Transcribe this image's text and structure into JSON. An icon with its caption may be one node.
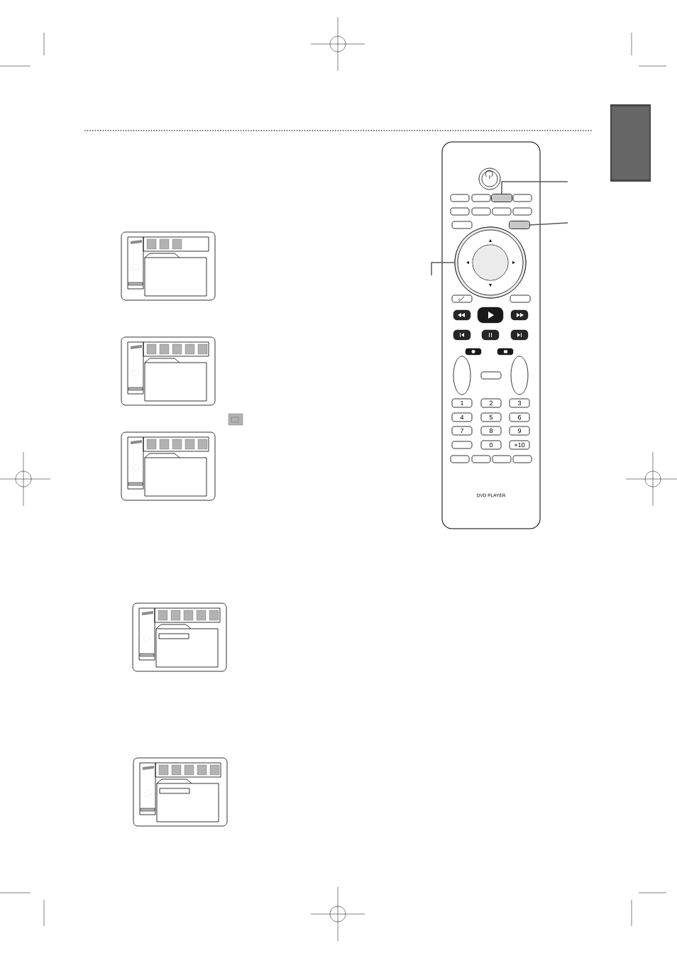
{
  "diagram": {
    "nodes": [
      {
        "text": [],
        "shape": "box"
      },
      {
        "text": [],
        "shape": "box"
      },
      {
        "text": [],
        "shape": "circle"
      }
    ],
    "edges": [
      {
        "from": null,
        "to": 0,
        "arrow": "none"
      },
      {
        "from": null,
        "to": 1,
        "arrow": "none"
      },
      {
        "from": null,
        "to": 2,
        "arrow": "none"
      }
    ],
    "labels": [
      "1",
      "2",
      "3",
      "4",
      "5",
      "6",
      "7",
      "8",
      "9",
      "0",
      "+10",
      "DVD PLAYER"
    ]
  }
}
